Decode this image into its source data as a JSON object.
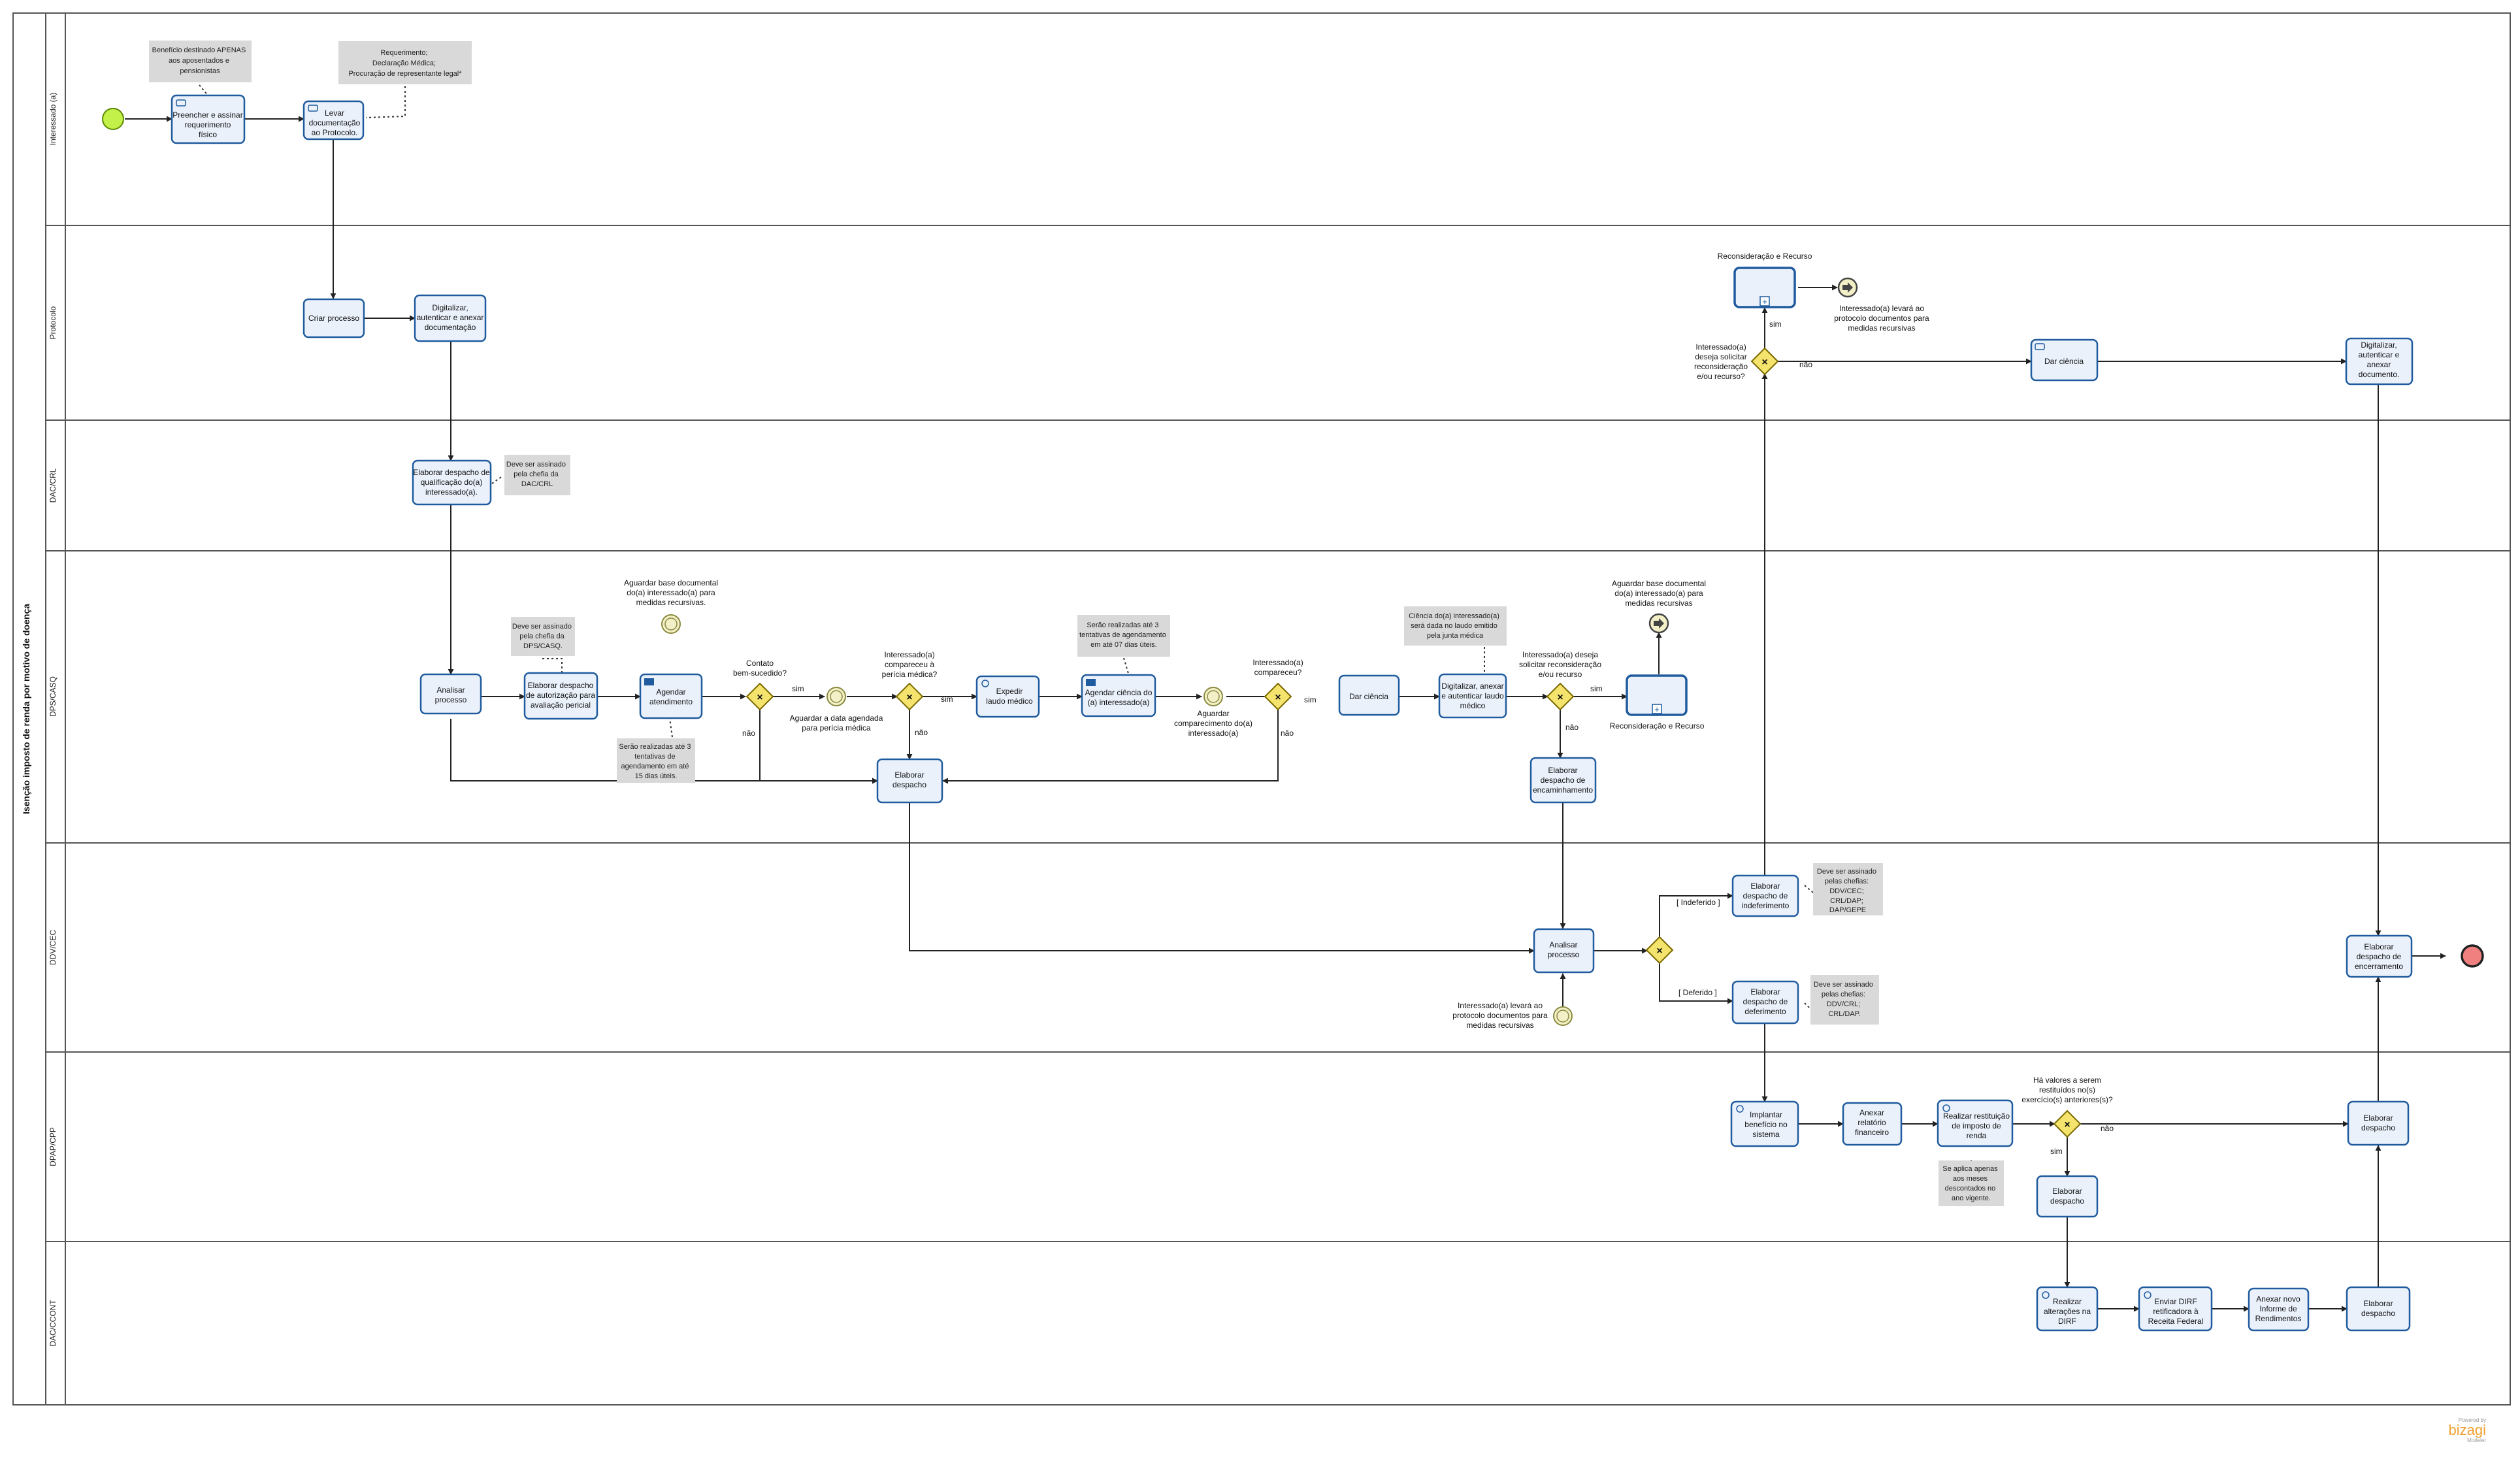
{
  "pool": {
    "name": "Isenção imposto de renda por motivo de doença"
  },
  "lanes": [
    "Interessado (a)",
    "Protocolo",
    "DAC/CRL",
    "DPS/CASQ",
    "DDV/CEC",
    "DPAP/CPP",
    "DAC/CCONT"
  ],
  "annotations": {
    "beneficio": "Benefício destinado APENAS aos aposentados e pensionistas",
    "requerimento": "Requerimento; Declaração Médica; Procuração de representante legal*",
    "chefia_dac": "Deve ser assinado pela chefia da DAC/CRL",
    "chefia_dps": "Deve ser assinado pela chefia da DPS/CASQ.",
    "agendamento15": "Serão realizadas até 3 tentativas de agendamento em até 15 dias úteis.",
    "ciencia07": "Serão realizadas até 3 tentativas de agendamento em até 07 dias úteis.",
    "laudo_junta": "Ciência do(a) interessado(a) será dada no laudo emitido pela junta médica",
    "indeferimento_chefias": "Deve ser assinado pelas chefias: DDV/CEC; CRL/DAP; DAP/GEPE",
    "deferimento_chefias": "Deve ser assinado pelas chefias: DDV/CRL; CRL/DAP.",
    "meses_descontados": "Se aplica apenas aos meses descontados no ano vigente."
  },
  "tasks": {
    "preencher": "Preencher e assinar requerimento físico",
    "levar": "Levar documentação ao Protocolo.",
    "criar": "Criar processo",
    "digitalizar1": "Digitalizar, autenticar e anexar documentação",
    "qualificacao": "Elaborar despacho de qualificação do(a) interessado(a).",
    "analisar_dps": "Analisar processo",
    "autorizacao": "Elaborar despacho de autorização para avaliação pericial",
    "agendar_atend": "Agendar atendimento",
    "expedir": "Expedir laudo médico",
    "agendar_ciencia": "Agendar ciência do (a) interessado(a)",
    "dar_ciencia1": "Dar ciência",
    "digit_laudo": "Digitalizar, anexar e autenticar laudo médico",
    "despacho_dps": "Elaborar despacho",
    "encaminhamento": "Elaborar despacho de encaminhamento",
    "sub1": "Reconsideração e Recurso",
    "sub2": "Reconsideração e Recurso",
    "dar_ciencia2": "Dar ciência",
    "digit_protocolo": "Digitalizar, autenticar e anexar documento.",
    "analisar_ddv": "Analisar processo",
    "indeferimento": "Elaborar despacho de indeferimento",
    "deferimento": "Elaborar despacho de deferimento",
    "encerramento": "Elaborar despacho de encerramento",
    "implantar": "Implantar benefício no sistema",
    "relatorio": "Anexar relatório financeiro",
    "restituicao": "Realizar restituição de imposto de renda",
    "despacho_cpp1": "Elaborar despacho",
    "despacho_cpp2": "Elaborar despacho",
    "alteracoes": "Realizar alterações na DIRF",
    "enviar_dirf": "Enviar DIRF retificadora à Receita Federal",
    "informe": "Anexar novo Informe de Rendimentos",
    "despacho_ccont": "Elaborar despacho"
  },
  "gateways": {
    "contato": "Contato bem-sucedido?",
    "compareceu_pericia": "Interessado(a) compareceu à perícia médica?",
    "compareceu": "Interessado(a) compareceu?",
    "deseja_recon1": "Interessado(a) deseja solicitar reconsideração e/ou recurso",
    "deseja_recon2": "Interessado(a) deseja solicitar reconsideração e/ou recurso?",
    "valores": "Há valores a serem restituídos no(s) exercício(s) anteriores(s)?"
  },
  "events": {
    "aguardar_base1": "Aguardar base documental do(a) interessado(a) para medidas recursivas.",
    "aguardar_data": "Aguardar a data agendada para perícia médica",
    "aguardar_comparecimento": "Aguardar comparecimento do(a) interessado(a)",
    "aguardar_base2": "Aguardar base documental do(a) interessado(a) para medidas recursivas",
    "levara_protocolo1": "Interessado(a) levará ao protocolo documentos para medidas recursivas",
    "levara_protocolo2": "Interessado(a) levará ao protocolo documentos para medidas recursivas"
  },
  "flow_labels": {
    "sim": "sim",
    "nao": "não",
    "indeferido": "[ Indeferido ]",
    "deferido": "[ Deferido ]"
  },
  "brand": {
    "powered": "Powered by",
    "name": "bizagi",
    "sub": "Modeler"
  },
  "colors": {
    "task_fill": "#eaf1fb",
    "task_stroke": "#1f5b9e",
    "gateway_fill": "#f4e36c",
    "start_fill": "#c4f04a",
    "end_fill": "#f08080",
    "annotation_fill": "#d9d9d9"
  }
}
